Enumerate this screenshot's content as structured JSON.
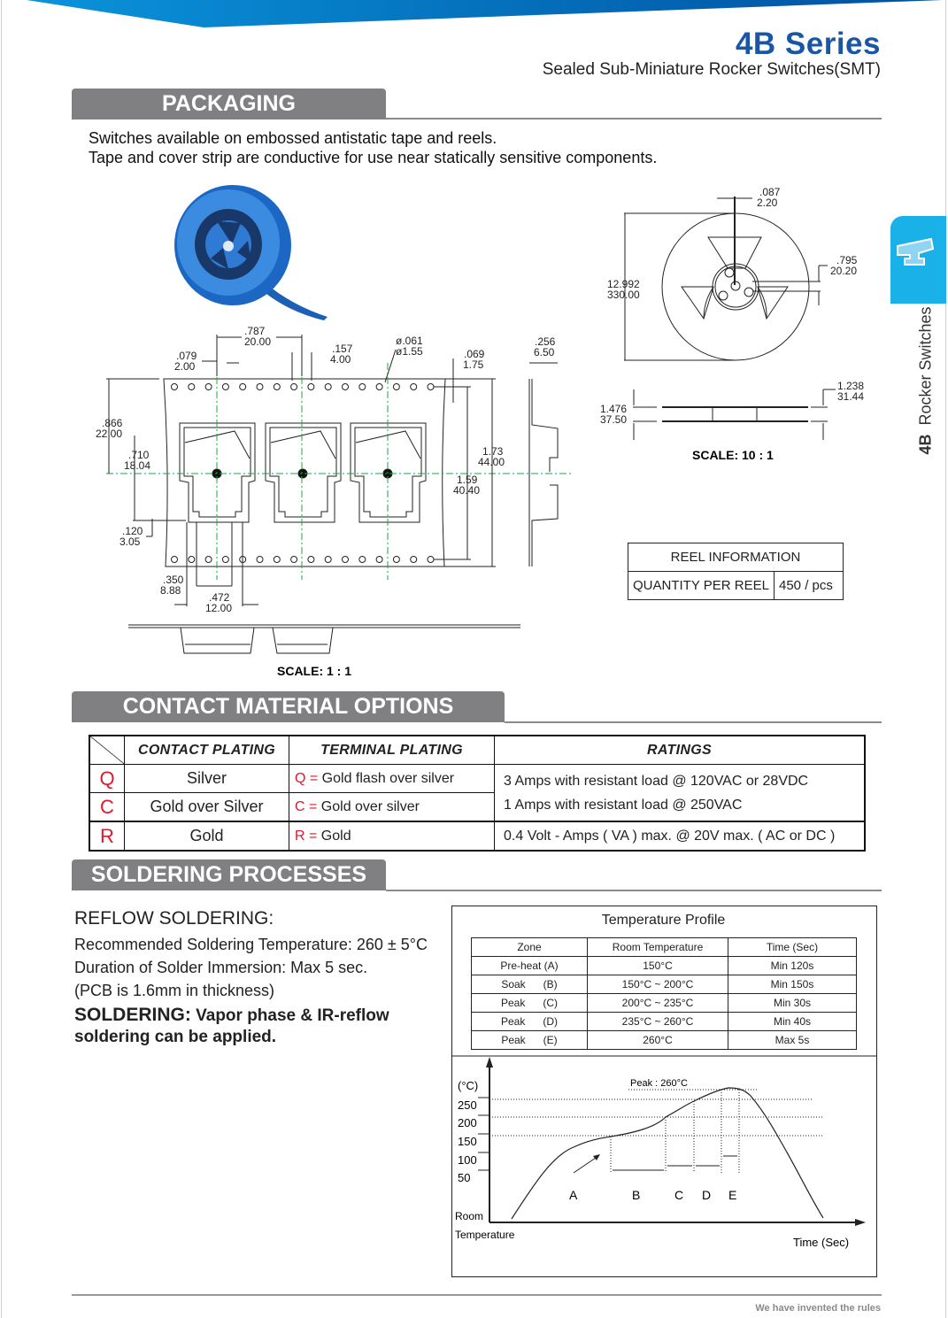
{
  "header": {
    "title": "4B Series",
    "subtitle": "Sealed Sub-Miniature Rocker Switches(SMT)",
    "brand_color": "#1a56a6",
    "banner_color": "#0a7fcf"
  },
  "side_tab": {
    "icon": "rocker-switch-icon",
    "series": "4B",
    "label": "Rocker  Switches",
    "color": "#1ab0e8"
  },
  "packaging": {
    "heading": "PACKAGING",
    "lines": [
      "Switches available on embossed antistatic tape and reels.",
      "Tape and cover strip are conductive for use near statically sensitive components."
    ],
    "tape_dims": {
      "pitch": [
        ".787",
        "20.00"
      ],
      "hole_offset": [
        ".079",
        "2.00"
      ],
      "hole_pitch": [
        ".157",
        "4.00"
      ],
      "hole_dia": [
        "ø.061",
        "ø1.55"
      ],
      "edge": [
        ".069",
        "1.75"
      ],
      "depth": [
        ".256",
        "6.50"
      ],
      "center": [
        ".866",
        "22.00"
      ],
      "pocket_h": [
        ".710",
        "18.04"
      ],
      "width": [
        "1.73",
        "44.00"
      ],
      "hole_span": [
        "1.59",
        "40.40"
      ],
      "foot": [
        ".120",
        "3.05"
      ],
      "inner_w": [
        ".350",
        "8.88"
      ],
      "outer_w": [
        ".472",
        "12.00"
      ]
    },
    "tape_scale": "SCALE: 1 : 1",
    "reel_dims": {
      "hub_slot": [
        ".087",
        "2.20"
      ],
      "diameter": [
        "12.992",
        "330.00"
      ],
      "hub": [
        ".795",
        "20.20"
      ],
      "outer_width": [
        "1.476",
        "37.50"
      ],
      "inner_width": [
        "1.238",
        "31.44"
      ]
    },
    "reel_scale": "SCALE: 10 : 1",
    "reel_info": {
      "title": "REEL INFORMATION",
      "label": "QUANTITY PER REEL",
      "value": "450 / pcs"
    }
  },
  "contact": {
    "heading": "CONTACT  MATERIAL  OPTIONS",
    "columns": [
      "CONTACT PLATING",
      "TERMINAL  PLATING",
      "RATINGS"
    ],
    "rows": [
      {
        "code": "Q",
        "contact": "Silver",
        "terminal_code": "Q =",
        "terminal": " Gold flash over silver"
      },
      {
        "code": "C",
        "contact": "Gold over Silver",
        "terminal_code": "C =",
        "terminal": " Gold over silver"
      },
      {
        "code": "R",
        "contact": "Gold",
        "terminal_code": "R =",
        "terminal": " Gold"
      }
    ],
    "ratings_qc": [
      "3 Amps with resistant load @ 120VAC or 28VDC",
      "1 Amps with resistant load @ 250VAC"
    ],
    "ratings_r": "0.4 Volt - Amps ( VA ) max. @ 20V max. ( AC or DC )"
  },
  "soldering": {
    "heading": "SOLDERING PROCESSES",
    "subheading": "REFLOW SOLDERING:",
    "lines": [
      "Recommended Soldering Temperature: 260 ± 5°C",
      "Duration of Solder Immersion: Max 5 sec.",
      "(PCB is 1.6mm in thickness)"
    ],
    "bold_prefix": "SOLDERING:",
    "bold_lines": [
      " Vapor phase & IR-reflow",
      "soldering can be applied."
    ],
    "profile": {
      "title": "Temperature  Profile",
      "columns": [
        "Zone",
        "Room  Temperature",
        "Time (Sec)"
      ],
      "rows": [
        [
          "Pre-heat (A)",
          "150°C",
          "Min 120s"
        ],
        [
          "Soak      (B)",
          "150°C ~ 200°C",
          "Min 150s"
        ],
        [
          "Peak      (C)",
          "200°C ~ 235°C",
          "Min 30s"
        ],
        [
          "Peak      (D)",
          "235°C ~ 260°C",
          "Min 40s"
        ],
        [
          "Peak      (E)",
          "260°C",
          "Max 5s"
        ]
      ],
      "graph": {
        "y_unit": "(°C)",
        "y_ticks": [
          "250",
          "200",
          "150",
          "100",
          "50"
        ],
        "y_base_1": "Room",
        "y_base_2": "Temperature",
        "x_label": "Time (Sec)",
        "peak_label": "Peak : 260°C",
        "zones": [
          "A",
          "B",
          "C",
          "D",
          "E"
        ]
      }
    }
  },
  "footer": {
    "slogan": "We have invented the rules"
  }
}
